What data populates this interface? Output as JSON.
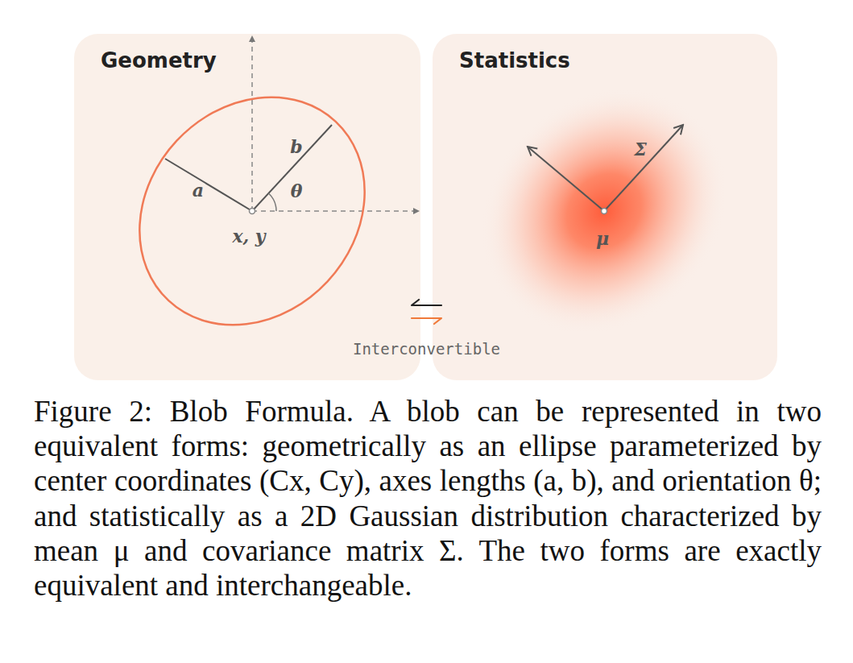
{
  "diagram": {
    "caption": "Figure 2: Blob Formula. A blob can be represented in two equivalent forms: geometrically as an ellipse parameterized by center coordinates (Cx, Cy), axes lengths (a, b), and orientation θ; and statistically as a 2D Gaussian distribution characterized by mean μ and covariance matrix Σ. The two forms are exactly equivalent and interchangeable.",
    "nodes": [
      {
        "text": [
          "Geometry"
        ]
      },
      {
        "text": [
          "Statistics"
        ]
      }
    ],
    "edges": [
      {
        "from": 0,
        "to": 1,
        "arrow": "both",
        "label": "Interconvertible"
      }
    ],
    "labels": [
      "a",
      "b",
      "θ",
      "x, y",
      "Σ",
      "μ"
    ]
  }
}
